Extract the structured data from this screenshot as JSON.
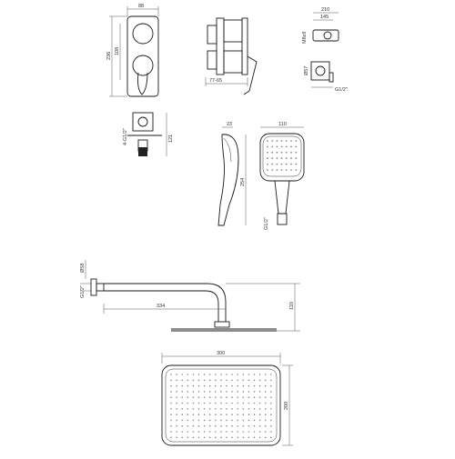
{
  "mixer_front": {
    "width": "88",
    "height_outer": "236",
    "height_inner": "108"
  },
  "mixer_side": {
    "depth": "77-65"
  },
  "holder": {
    "top_width": "210",
    "mid_width": "145",
    "pipe": "M8x9",
    "height": "Ø57",
    "base": "G1/2\""
  },
  "mixer_top": {
    "thread": "4-G1/2\"",
    "depth": "121"
  },
  "hand_shower": {
    "tip": "23",
    "length": "254",
    "width": "110",
    "thread": "G1/2\""
  },
  "arm": {
    "flange": "Ø58",
    "thread": "G1/2\"",
    "length": "334",
    "height": "110"
  },
  "head": {
    "width": "300",
    "depth": "200"
  }
}
